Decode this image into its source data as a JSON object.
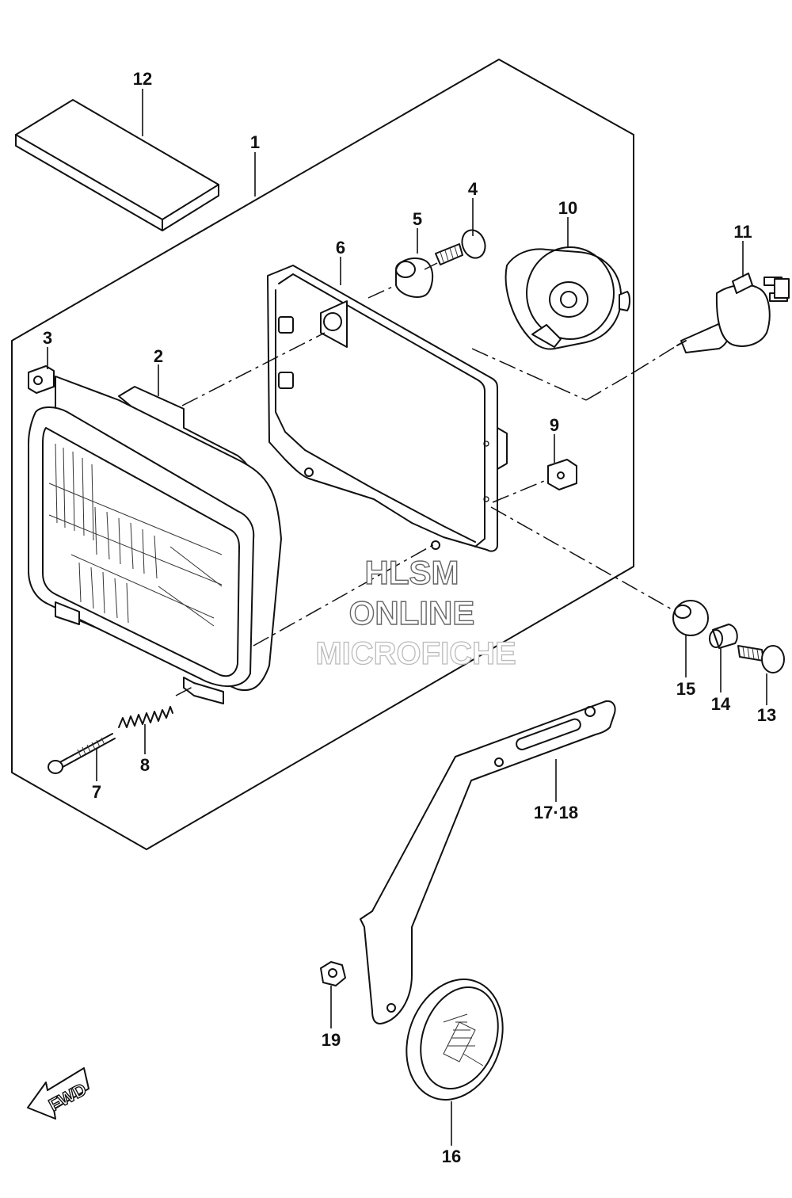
{
  "diagram": {
    "callouts": [
      {
        "id": "c1",
        "label": "1"
      },
      {
        "id": "c2",
        "label": "2"
      },
      {
        "id": "c3",
        "label": "3"
      },
      {
        "id": "c4",
        "label": "4"
      },
      {
        "id": "c5",
        "label": "5"
      },
      {
        "id": "c6",
        "label": "6"
      },
      {
        "id": "c7",
        "label": "7"
      },
      {
        "id": "c8",
        "label": "8"
      },
      {
        "id": "c9",
        "label": "9"
      },
      {
        "id": "c10",
        "label": "10"
      },
      {
        "id": "c11",
        "label": "11"
      },
      {
        "id": "c12",
        "label": "12"
      },
      {
        "id": "c13",
        "label": "13"
      },
      {
        "id": "c14",
        "label": "14"
      },
      {
        "id": "c15",
        "label": "15"
      },
      {
        "id": "c16",
        "label": "16"
      },
      {
        "id": "c1718",
        "label": "17·18"
      },
      {
        "id": "c19",
        "label": "19"
      }
    ],
    "watermark": {
      "line1": "HLSM",
      "line2": "ONLINE",
      "line3": "MICROFICHE"
    },
    "direction_arrow": {
      "label": "FWD",
      "icon": "fwd-arrow-icon"
    }
  }
}
